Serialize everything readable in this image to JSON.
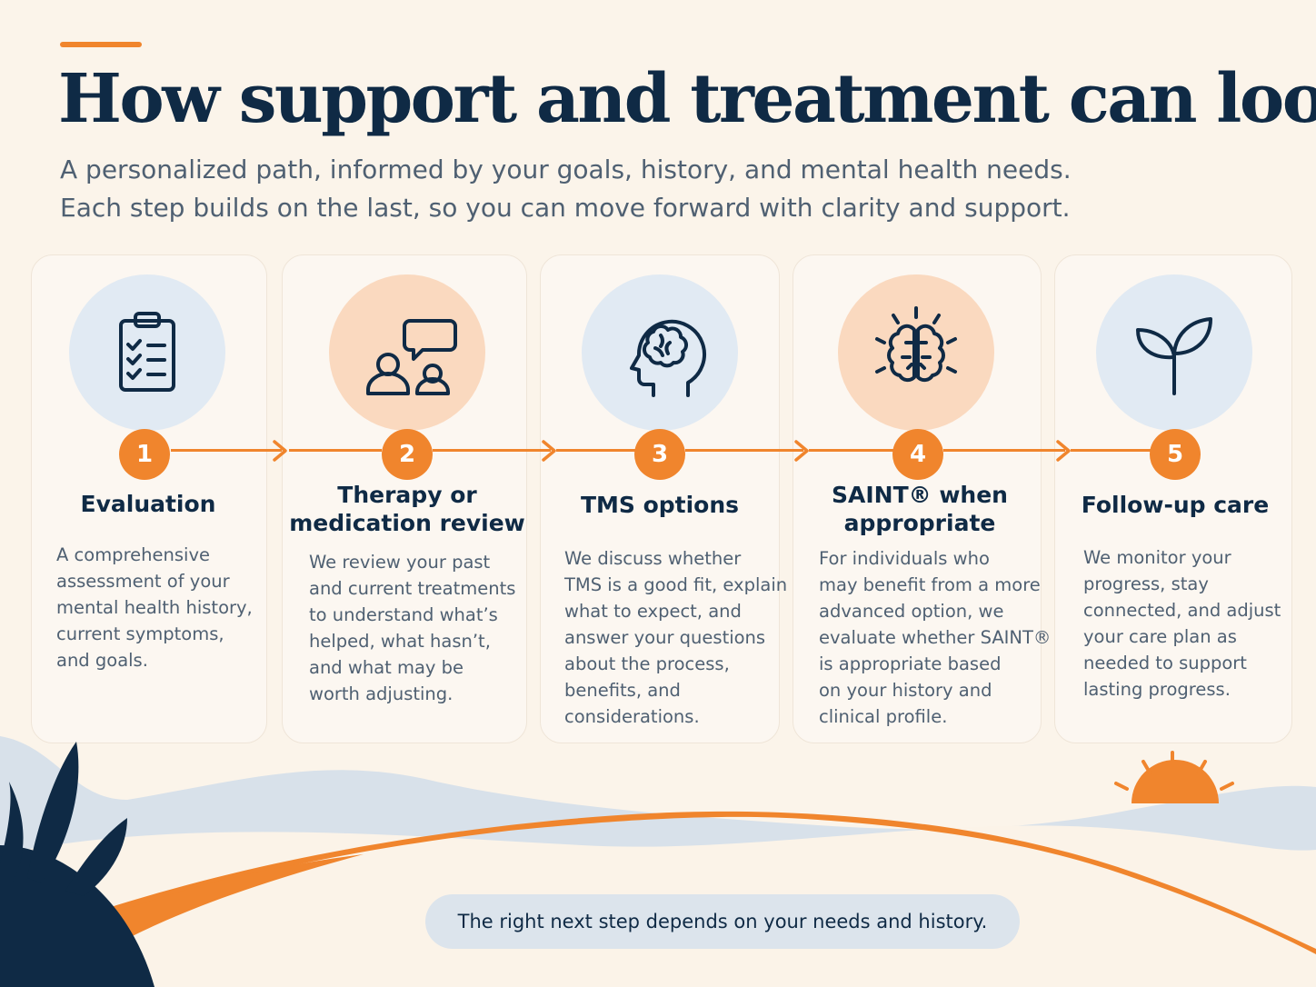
{
  "header": {
    "title": "How support and treatment can look",
    "subtitle_lines": [
      "A personalized path, informed by your goals, history, and mental health needs.",
      "Each step builds on the last, so you can move forward with clarity and support."
    ]
  },
  "steps": [
    {
      "number": "1",
      "icon": "clipboard-checklist-icon",
      "title_lines": [
        "Evaluation"
      ],
      "description_lines": [
        "A comprehensive",
        "assessment of your",
        "mental health history,",
        "current symptoms,",
        "and goals."
      ]
    },
    {
      "number": "2",
      "icon": "people-conversation-icon",
      "title_lines": [
        "Therapy or",
        "medication review"
      ],
      "description_lines": [
        "We review your past",
        "and current treatments",
        "to understand what’s",
        "helped, what hasn’t,",
        "and what may be",
        "worth adjusting."
      ]
    },
    {
      "number": "3",
      "icon": "head-brain-icon",
      "title_lines": [
        "TMS options"
      ],
      "description_lines": [
        "We discuss whether",
        "TMS is a good fit, explain",
        "what to expect, and",
        "answer your questions",
        "about the process,",
        "benefits, and",
        "considerations."
      ]
    },
    {
      "number": "4",
      "icon": "radiant-brain-icon",
      "title_lines": [
        "SAINT® when",
        "appropriate"
      ],
      "description_lines": [
        "For individuals who",
        "may benefit from a more",
        "advanced option, we",
        "evaluate whether SAINT®",
        "is appropriate based",
        "on your history and",
        "clinical profile."
      ]
    },
    {
      "number": "5",
      "icon": "sprout-icon",
      "title_lines": [
        "Follow-up care"
      ],
      "description_lines": [
        "We monitor your",
        "progress, stay",
        "connected, and adjust",
        "your care plan as",
        "needed to support",
        "lasting progress."
      ]
    }
  ],
  "footer": {
    "note": "The right next step depends on your needs and history."
  },
  "colors": {
    "navy": "#0f2a45",
    "orange": "#f0852d",
    "background": "#fbf4ea",
    "light_blue": "#e1eaf3",
    "peach": "#fad9bf"
  }
}
